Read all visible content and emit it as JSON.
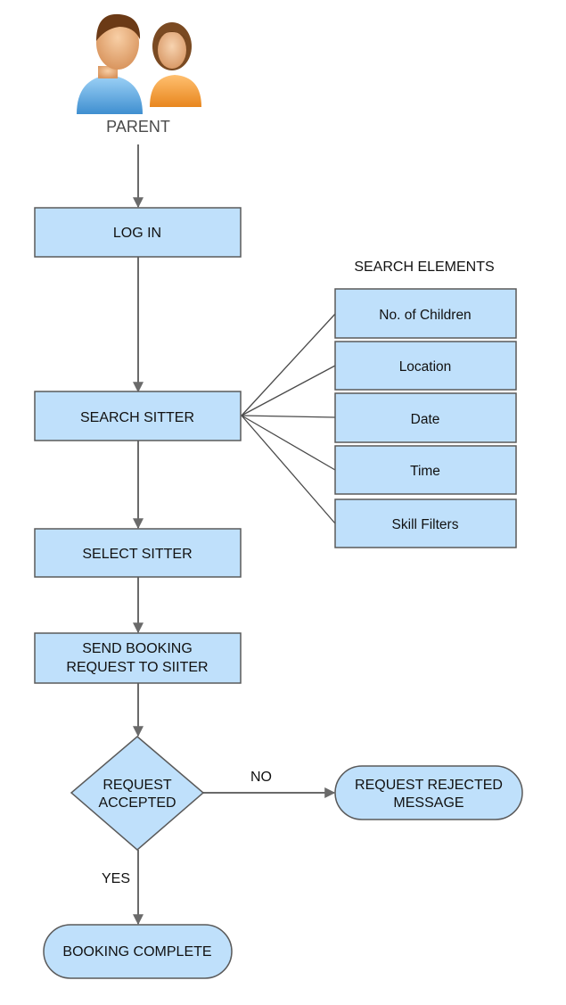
{
  "parent": {
    "label": "PARENT"
  },
  "steps": {
    "login": "LOG IN",
    "search": "SEARCH SITTER",
    "select": "SELECT SITTER",
    "send_line1": "SEND BOOKING",
    "send_line2": "REQUEST TO SIITER"
  },
  "decision": {
    "line1": "REQUEST",
    "line2": "ACCEPTED"
  },
  "branches": {
    "no": "NO",
    "yes": "YES"
  },
  "rejected": {
    "line1": "REQUEST REJECTED",
    "line2": "MESSAGE"
  },
  "complete": {
    "label": "BOOKING COMPLETE"
  },
  "search_elements": {
    "title": "SEARCH ELEMENTS",
    "items": [
      "No. of Children",
      "Location",
      "Date",
      "Time",
      "Skill Filters"
    ]
  },
  "colors": {
    "box_fill": "#bfe0fb",
    "box_stroke": "#5a5a5a",
    "connector": "#6a6a6a"
  }
}
